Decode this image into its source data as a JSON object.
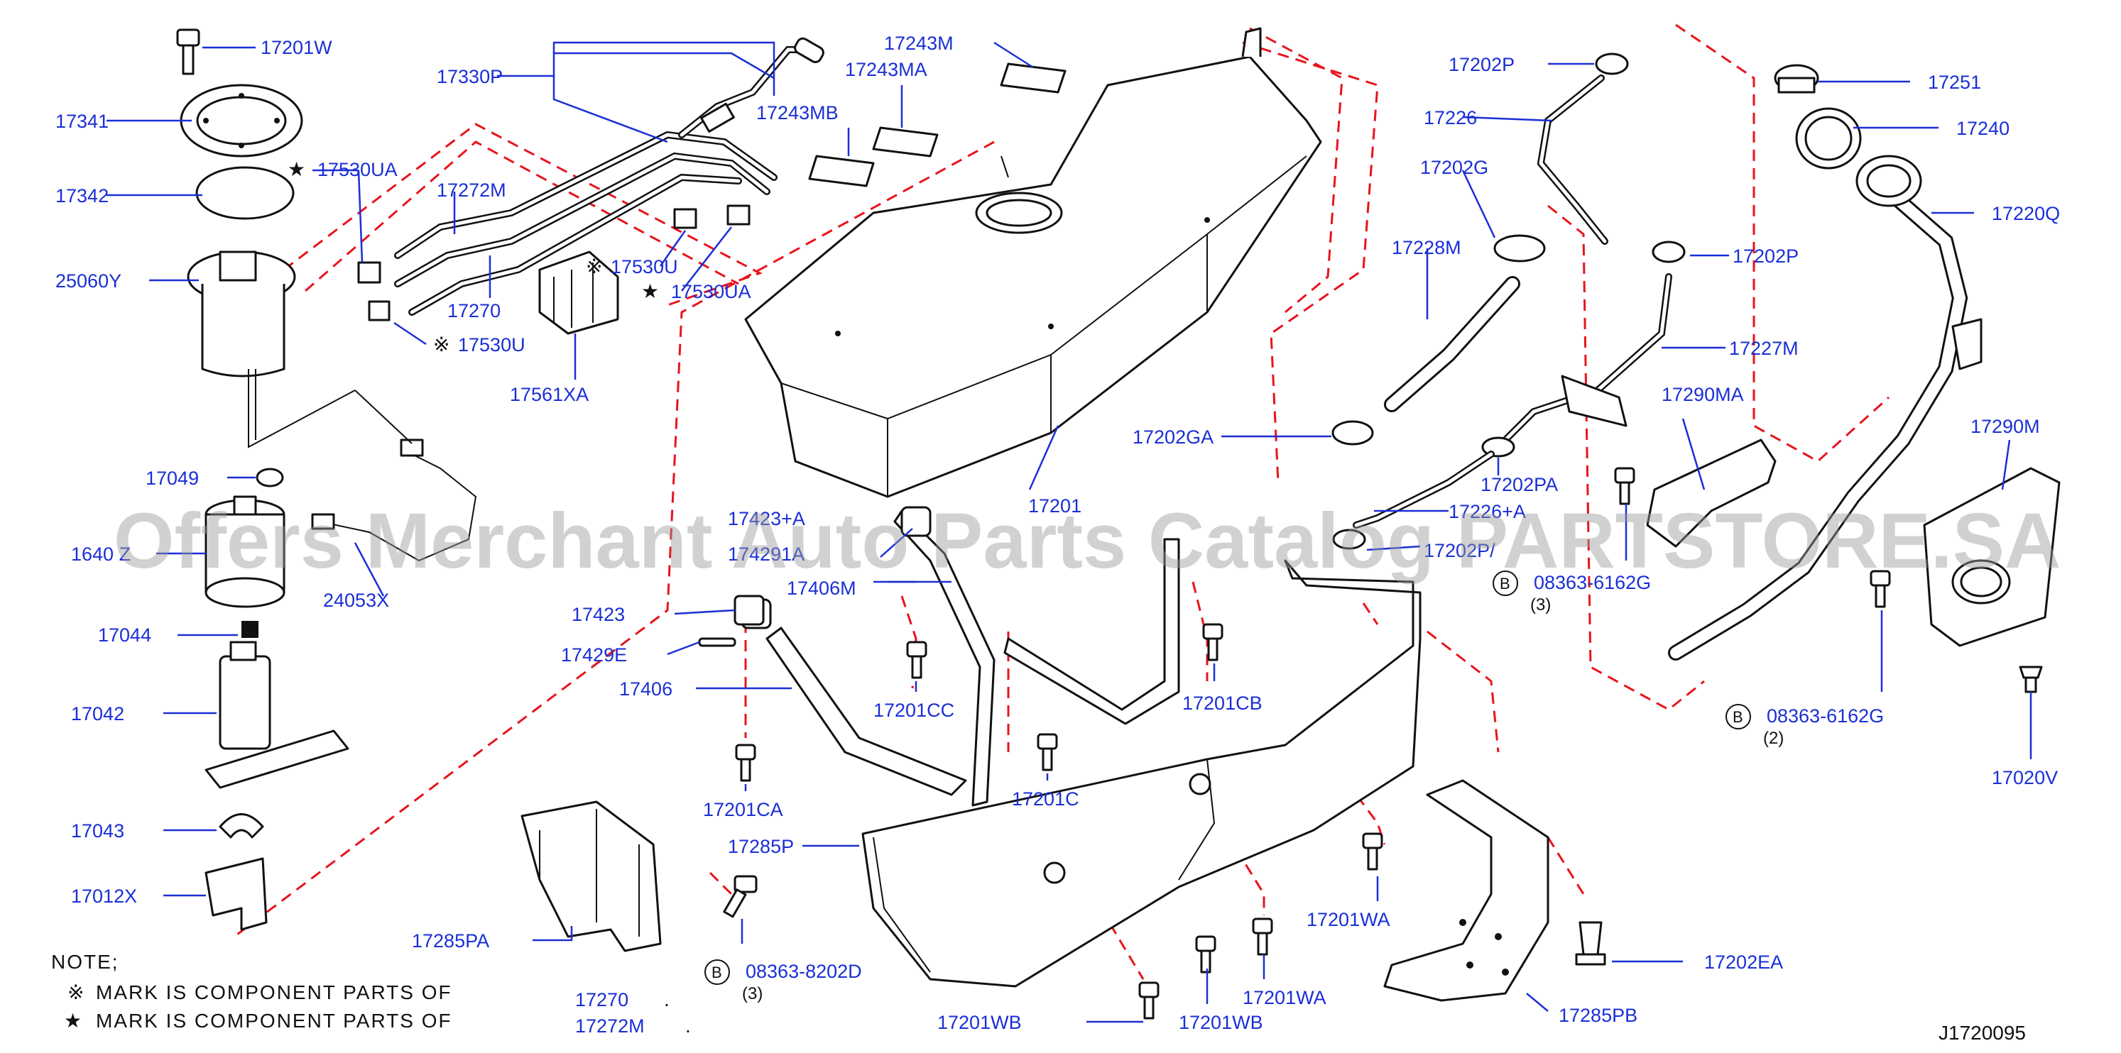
{
  "diagram": {
    "labels": {
      "17201W": "17201W",
      "17341": "17341",
      "17342": "17342",
      "17530UA_a": "17530UA",
      "25060Y": "25060Y",
      "17330P": "17330P",
      "17272M_a": "17272M",
      "17270_a": "17270",
      "17530U_a": "17530U",
      "17530U_b": "17530U",
      "17530UA_b": "17530UA",
      "17561XA": "17561XA",
      "17243M": "17243M",
      "17243MA": "17243MA",
      "17243MB": "17243MB",
      "17049": "17049",
      "16400Z": "1640 Z",
      "24053X": "24053X",
      "17044": "17044",
      "17042": "17042",
      "17043": "17043",
      "17012X": "17012X",
      "17423A": "17423+A",
      "17429A": "174291A",
      "17406M": "17406M",
      "17423": "17423",
      "17429E": "17429E",
      "17406": "17406",
      "17201CC": "17201CC",
      "17201CB": "17201CB",
      "17201C": "17201C",
      "17201CA": "17201CA",
      "17285P": "17285P",
      "17285PA": "17285PA",
      "08363-8202D": "08363-8202D",
      "qty3_a": "(3)",
      "17270_b": "17270",
      "17272M_b": "17272M",
      "17201": "17201",
      "17202P_a": "17202P",
      "17226": "17226",
      "17202G": "17202G",
      "17228M": "17228M",
      "17202P_b": "17202P",
      "17227M": "17227M",
      "17290MA": "17290MA",
      "17202GA": "17202GA",
      "17202PA": "17202PA",
      "17226A": "17226+A",
      "17202PB": "17202P/",
      "08363-6162G_a": "08363-6162G",
      "qty3_b": "(3)",
      "17251": "17251",
      "17240": "17240",
      "17220Q": "17220Q",
      "17290M": "17290M",
      "08363-6162G_b": "08363-6162G",
      "qty2": "(2)",
      "17020V": "17020V",
      "17201WA_a": "17201WA",
      "17201WA_b": "17201WA",
      "17201WB_a": "17201WB",
      "17201WB_b": "17201WB",
      "17202EA": "17202EA",
      "17285PB": "17285PB",
      "ref_code": "J1720095"
    },
    "circle_mark": "B",
    "notes": {
      "title": "NOTE;",
      "line1": "MARK  IS  COMPONENT  PARTS  OF",
      "line2": "MARK  IS  COMPONENT  PARTS  OF",
      "line1_symbol": "※",
      "line2_symbol": "★",
      "dot1": ".",
      "dot2": "."
    },
    "symbols": {
      "asterisk": "※",
      "star": "★"
    },
    "watermark": "Offers Merchant Auto Parts Catalog PARTSTORE.SA",
    "colors": {
      "label": "#1a2fd6",
      "dashed_line": "#e8141c",
      "part_outline": "#111111"
    }
  }
}
